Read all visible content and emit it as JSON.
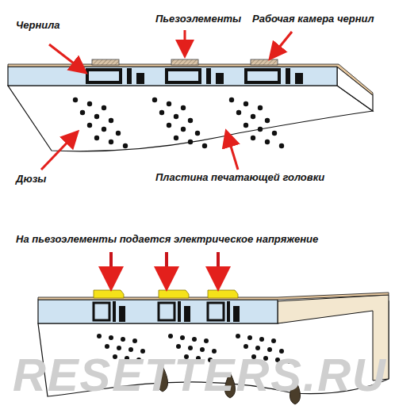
{
  "diagram": {
    "labels": [
      "Чернила",
      "Пьезоэлементы",
      "Рабочая камера чернил",
      "Дюзы",
      "Пластина печатающей головки",
      "На пьезоэлементы подается электрическое напряжение",
      "RESETTERS.RU"
    ]
  }
}
